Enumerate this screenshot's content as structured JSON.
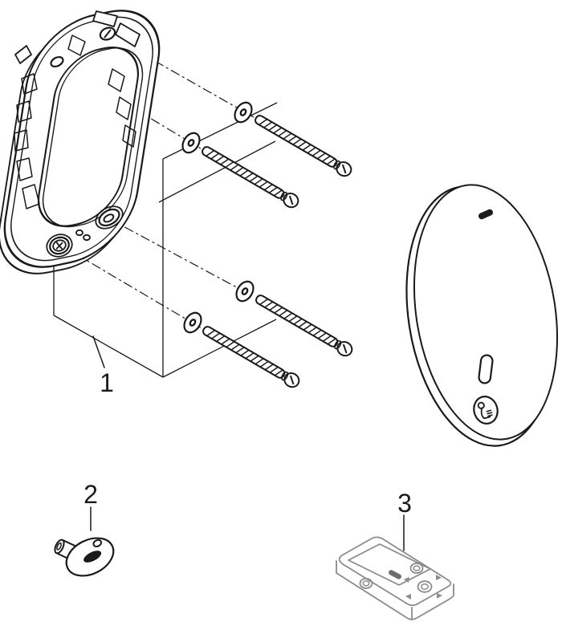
{
  "labels": {
    "part1": "1",
    "part2": "2",
    "part3": "3"
  },
  "colors": {
    "ink": "#1a1a1a",
    "muted": "#8b8b8b",
    "paper": "#ffffff"
  }
}
